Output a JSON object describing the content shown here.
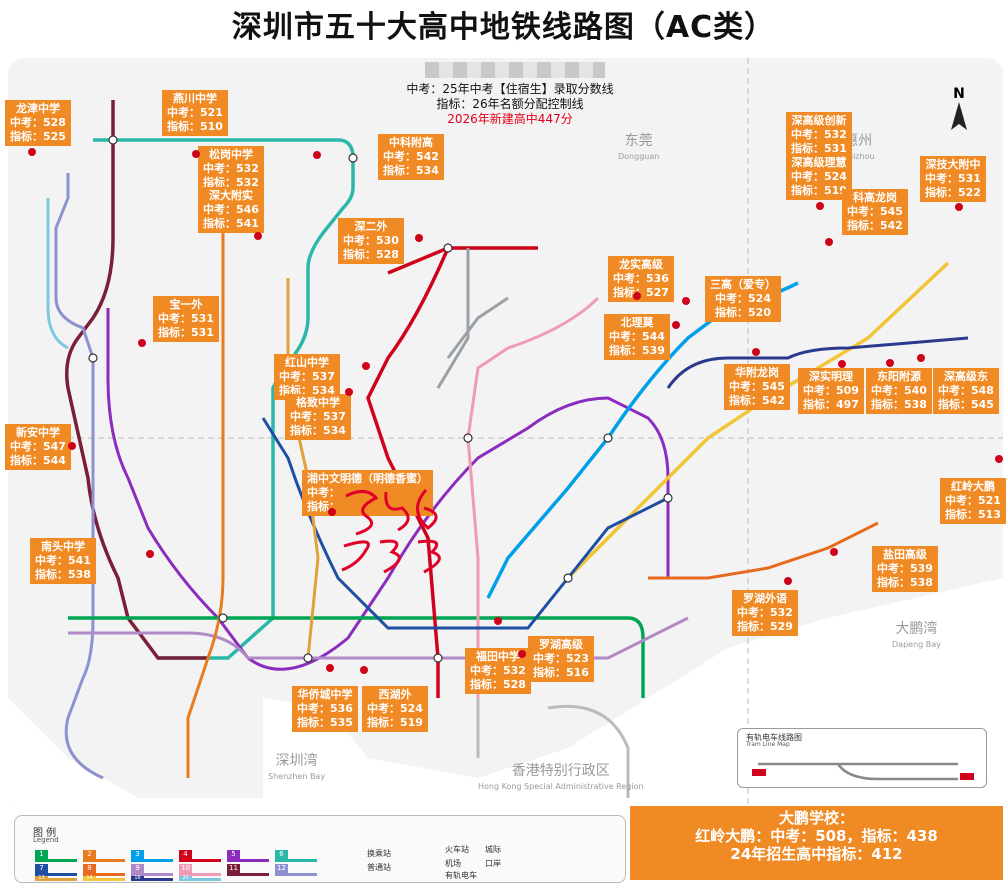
{
  "title": "深圳市五十大高中地铁线路图（AC类）",
  "header": {
    "line1": "中考：25年中考【住宿生】录取分数线",
    "line2": "指标：26年名额分配控制线",
    "line3": "2026年新建高中447分"
  },
  "areas": {
    "dongguan": "东莞",
    "dongguan_en": "Dongguan",
    "huizhou": "惠州",
    "huizhou_en": "Huizhou",
    "shenzhen_bay": "深圳湾",
    "shenzhen_bay_en": "Shenzhen Bay",
    "dapeng_bay": "大鹏湾",
    "dapeng_bay_en": "Dapeng Bay",
    "hk": "香港特别行政区",
    "hk_en": "Hong Kong Special Administrative Region"
  },
  "north": "N",
  "schools": [
    {
      "name": "龙津中学",
      "zk": "中考：528",
      "zb": "指标：525"
    },
    {
      "name": "燕川中学",
      "zk": "中考：521",
      "zb": "指标：510"
    },
    {
      "name": "松岗中学",
      "zk": "中考：532",
      "zb": "指标：532"
    },
    {
      "name": "深大附实",
      "zk": "中考：546",
      "zb": "指标：541"
    },
    {
      "name": "中科附高",
      "zk": "中考：542",
      "zb": "指标：534"
    },
    {
      "name": "深二外",
      "zk": "中考：530",
      "zb": "指标：528"
    },
    {
      "name": "深高级创新",
      "zk": "中考：532",
      "zb": "指标：531"
    },
    {
      "name": "深高级理慧",
      "zk": "中考：524",
      "zb": "指标：519"
    },
    {
      "name": "深技大附中",
      "zk": "中考：531",
      "zb": "指标：522"
    },
    {
      "name": "科高龙岗",
      "zk": "中考：545",
      "zb": "指标：542"
    },
    {
      "name": "宝一外",
      "zk": "中考：531",
      "zb": "指标：531"
    },
    {
      "name": "龙实高级",
      "zk": "中考：536",
      "zb": "指标：527"
    },
    {
      "name": "三高（爱专）",
      "zk": "中考：524",
      "zb": "指标：520"
    },
    {
      "name": "北理莫",
      "zk": "中考：544",
      "zb": "指标：539"
    },
    {
      "name": "红山中学",
      "zk": "中考：537",
      "zb": "指标：534"
    },
    {
      "name": "格致中学",
      "zk": "中考：537",
      "zb": "指标：534"
    },
    {
      "name": "华附龙岗",
      "zk": "中考：545",
      "zb": "指标：542"
    },
    {
      "name": "深实明理",
      "zk": "中考：509",
      "zb": "指标：497"
    },
    {
      "name": "东阳附源",
      "zk": "中考：540",
      "zb": "指标：538"
    },
    {
      "name": "深高级东",
      "zk": "中考：548",
      "zb": "指标：545"
    },
    {
      "name": "新安中学",
      "zk": "中考：547",
      "zb": "指标：544"
    },
    {
      "name": "红岭大鹏",
      "zk": "中考：521",
      "zb": "指标：513"
    },
    {
      "name": "南头中学",
      "zk": "中考：541",
      "zb": "指标：538"
    },
    {
      "name": "盐田高级",
      "zk": "中考：539",
      "zb": "指标：538"
    },
    {
      "name": "罗湖外语",
      "zk": "中考：532",
      "zb": "指标：529"
    },
    {
      "name": "罗湖高级",
      "zk": "中考：523",
      "zb": "指标：516"
    },
    {
      "name": "福田中学",
      "zk": "中考：532",
      "zb": "指标：528"
    },
    {
      "name": "华侨城中学",
      "zk": "中考：536",
      "zb": "指标：535"
    },
    {
      "name": "西湖外",
      "zk": "中考：524",
      "zb": "指标：519"
    }
  ],
  "mingde": {
    "name": "湘中文明德（明德香蜜）",
    "zk": "中考：",
    "zb": "指标："
  },
  "dapeng": {
    "line1": "大鹏学校：",
    "line2": "红岭大鹏：中考：508，指标：438",
    "line3": "24年招生高中指标：412"
  },
  "legend": {
    "title": "图 例",
    "subtitle": "Legend",
    "lines": [
      "1",
      "2",
      "3",
      "4",
      "5",
      "6",
      "7",
      "8",
      "9",
      "10",
      "11",
      "12",
      "13",
      "14",
      "16",
      "20"
    ],
    "station1": "换乘站",
    "station2": "普通站",
    "icon1": "火车站",
    "icon2": "机场",
    "icon3": "有轨电车",
    "icon4": "城际",
    "icon5": "口岸"
  },
  "tram": {
    "title": "有轨电车线路图",
    "subtitle": "Tram Line Map"
  },
  "colors": {
    "orange": "#f08a24",
    "l1": "#00a651",
    "l2": "#e87b1e",
    "l3": "#00a0e9",
    "l4": "#d0021b",
    "l5": "#8b2cbf",
    "l6": "#2bb7a9",
    "l7": "#1e4fa3",
    "l8": "#e86a1e",
    "l9": "#b08ac6",
    "l10": "#f09bb5",
    "l11": "#7a1e3a",
    "l12": "#8c92cf",
    "l13": "#e0a13a",
    "l14": "#f2c438",
    "l16": "#2a3a8f",
    "l20": "#7ec8e3"
  }
}
